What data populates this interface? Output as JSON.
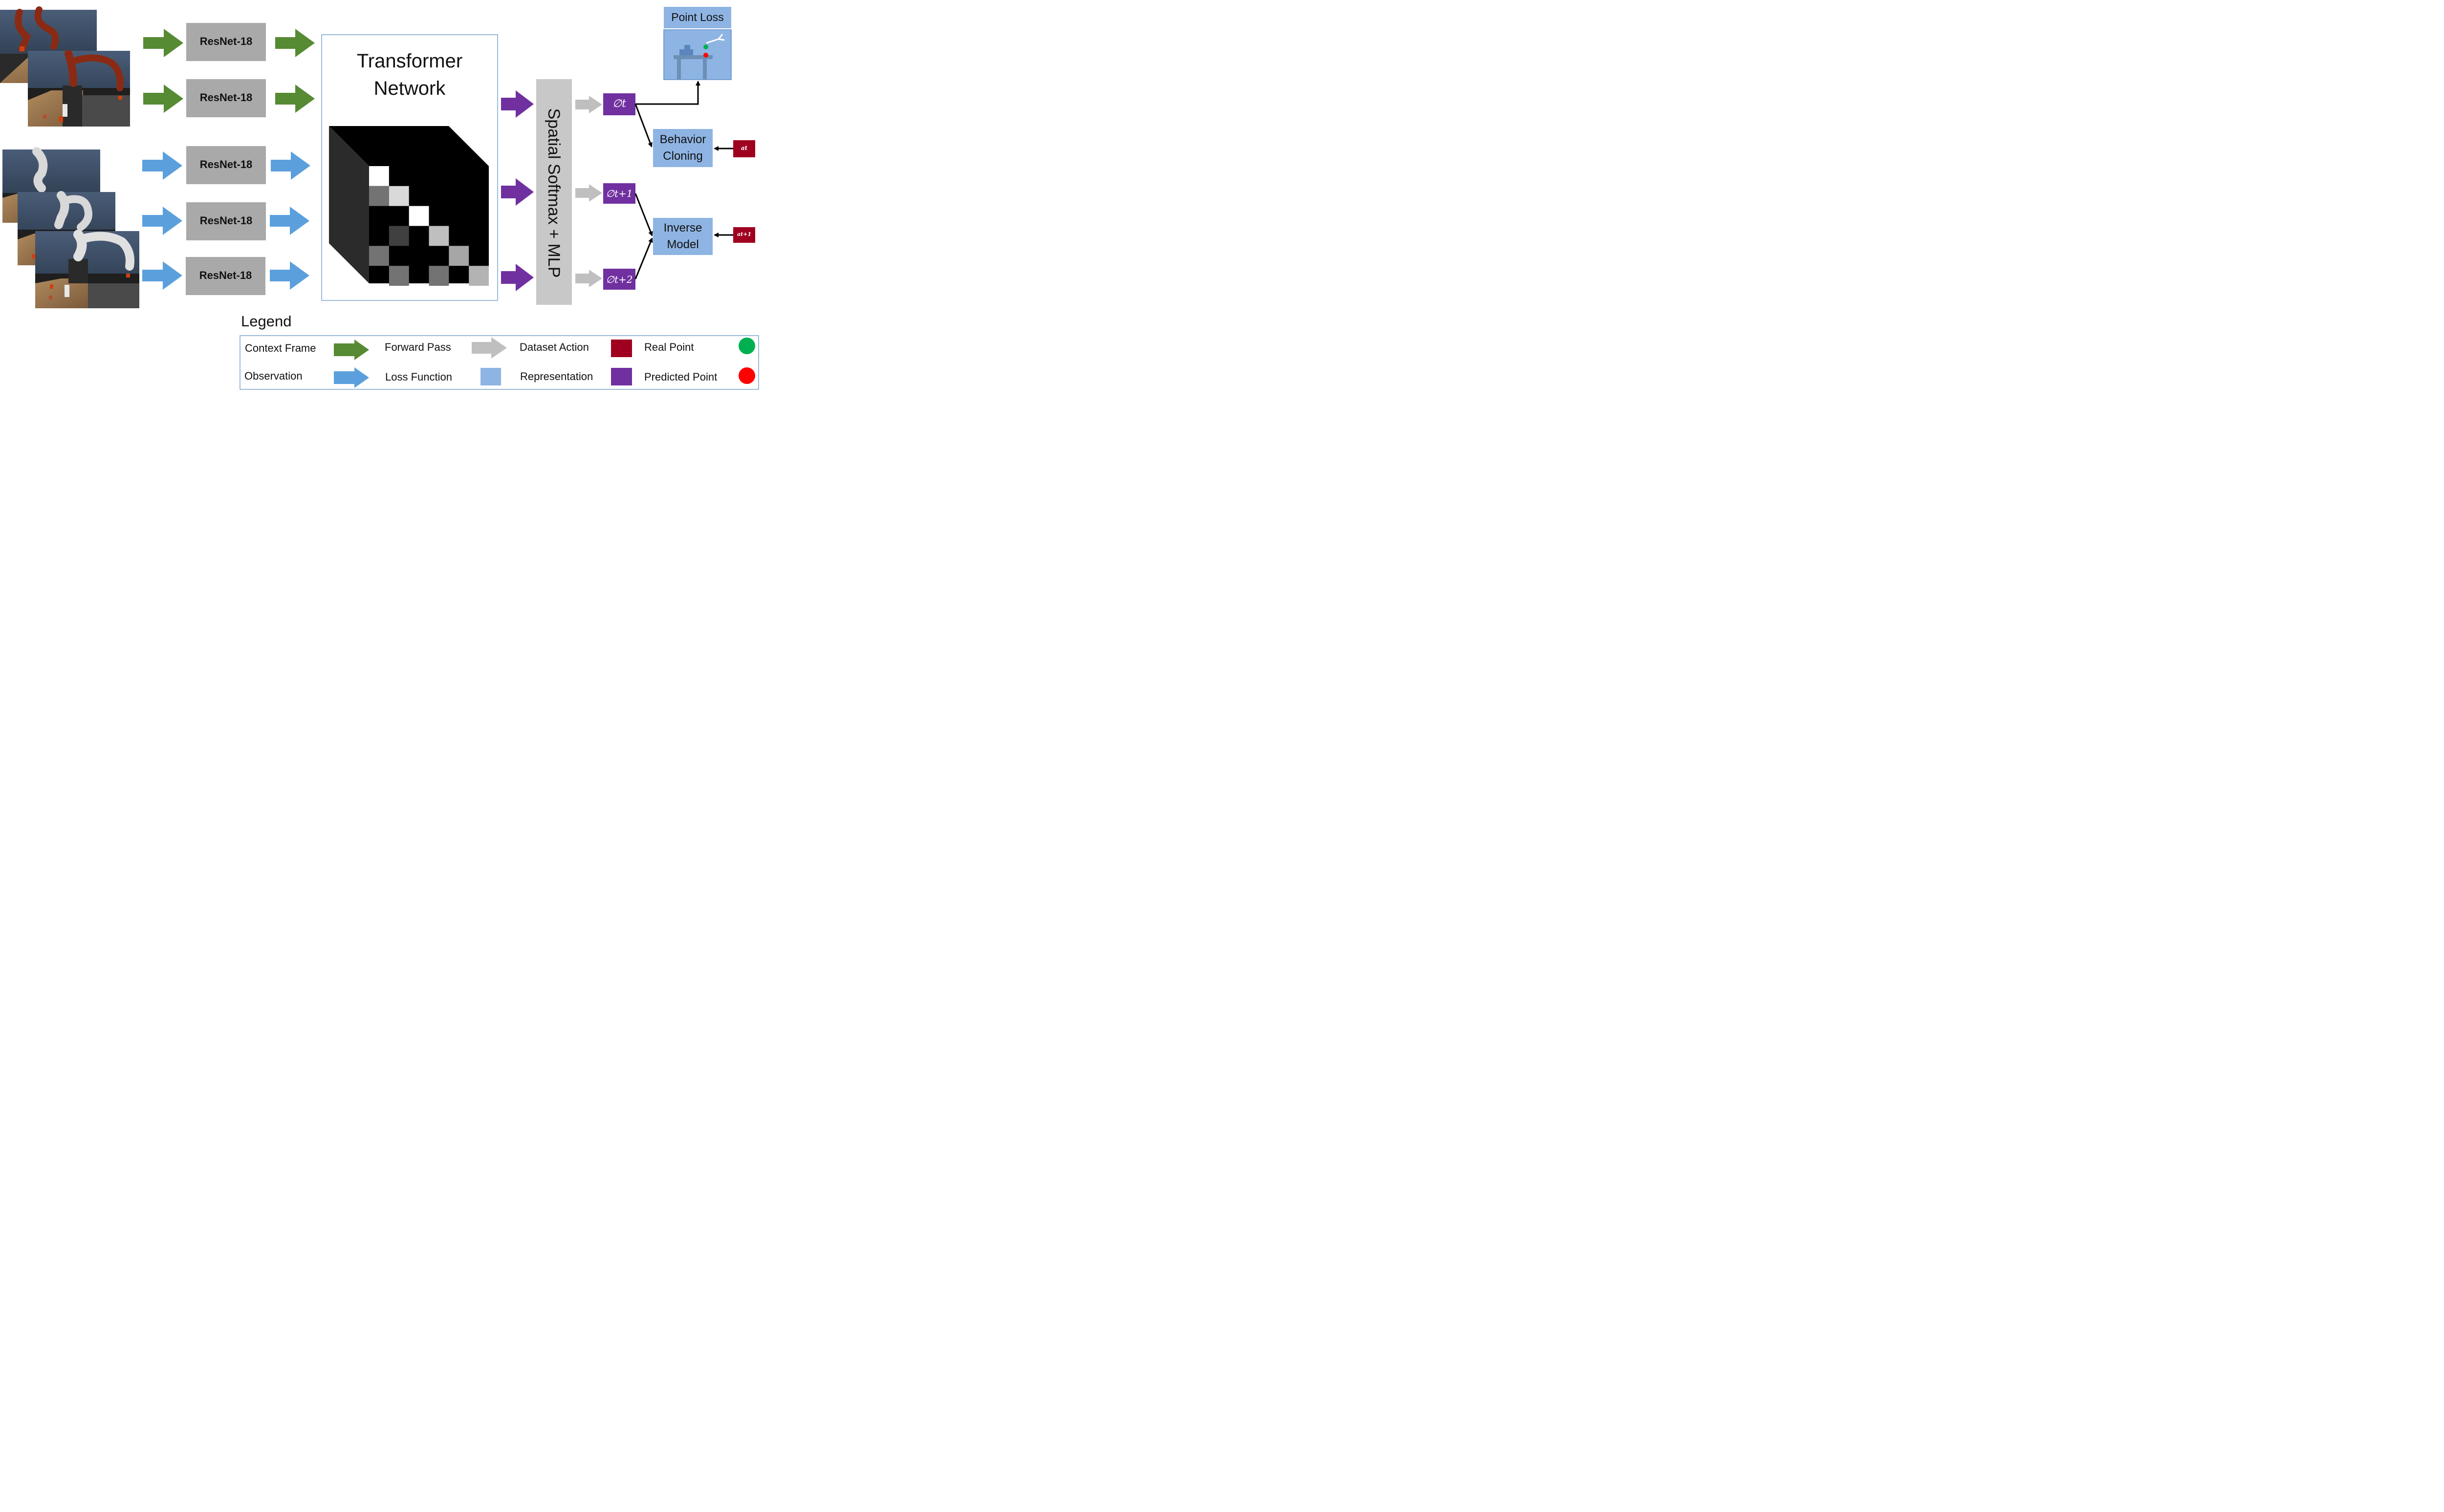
{
  "resnet_label": "ResNet-18",
  "transformer": {
    "line1": "Transformer",
    "line2": "Network"
  },
  "spatial_label": "Spatial Softmax + MLP",
  "phi": [
    "∅t",
    "∅t+1",
    "∅t+2"
  ],
  "point_loss_label": "Point Loss",
  "behavior_cloning": {
    "line1": "Behavior",
    "line2": "Cloning"
  },
  "inverse_model": {
    "line1": "Inverse",
    "line2": "Model"
  },
  "actions": [
    "at",
    "at+1"
  ],
  "attention_matrix": [
    [
      1.0,
      0,
      0,
      0,
      0,
      0
    ],
    [
      0.45,
      0.85,
      0,
      0,
      0,
      0
    ],
    [
      0,
      0,
      1.0,
      0,
      0,
      0
    ],
    [
      0,
      0.25,
      0,
      0.75,
      0,
      0
    ],
    [
      0.45,
      0,
      0,
      0,
      0.65,
      0
    ],
    [
      0,
      0.45,
      0,
      0.45,
      0,
      0.7
    ]
  ],
  "legend": {
    "title": "Legend",
    "context_frame": "Context Frame",
    "observation": "Observation",
    "forward_pass": "Forward Pass",
    "loss_function": "Loss Function",
    "dataset_action": "Dataset Action",
    "representation": "Representation",
    "real_point": "Real Point",
    "predicted_point": "Predicted Point"
  },
  "colors": {
    "green_arrow": "#568a33",
    "blue_arrow": "#5ba0dc",
    "purple": "#7030a0",
    "gray_arrow": "#bfbfbf",
    "resnet_box": "#a9a9a9",
    "representation": "#8eb4e3",
    "dataset_action": "#a00020",
    "real_point": "#00b050",
    "predicted_point": "#ff0000"
  }
}
